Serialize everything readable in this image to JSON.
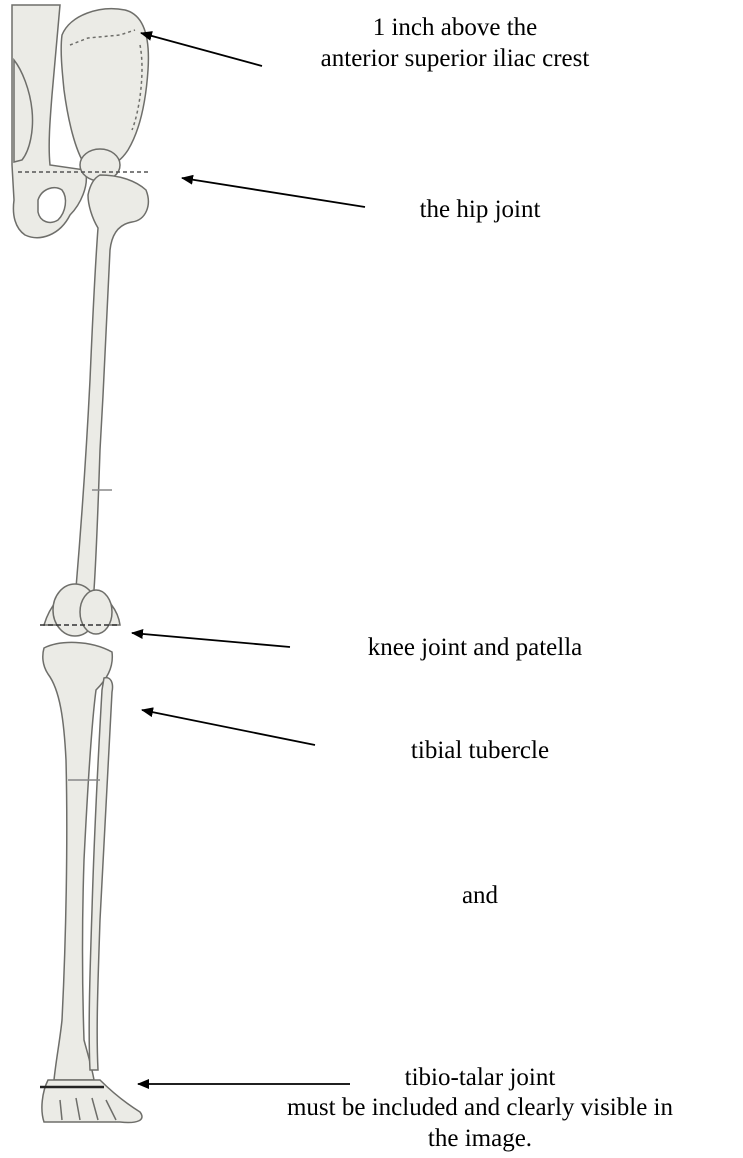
{
  "labels": {
    "iliac_crest_line1": "1 inch above the",
    "iliac_crest_line2": "anterior superior iliac crest",
    "hip_joint": "the hip joint",
    "knee_joint": "knee joint and patella",
    "tibial_tubercle": "tibial tubercle",
    "and": "and",
    "tibio_talar": "tibio-talar joint",
    "footer_line1": "must be included and clearly visible in",
    "footer_line2": "the image."
  },
  "colors": {
    "bone_fill": "#ebebe6",
    "bone_stroke": "#6e6e6a",
    "text": "#000000"
  }
}
